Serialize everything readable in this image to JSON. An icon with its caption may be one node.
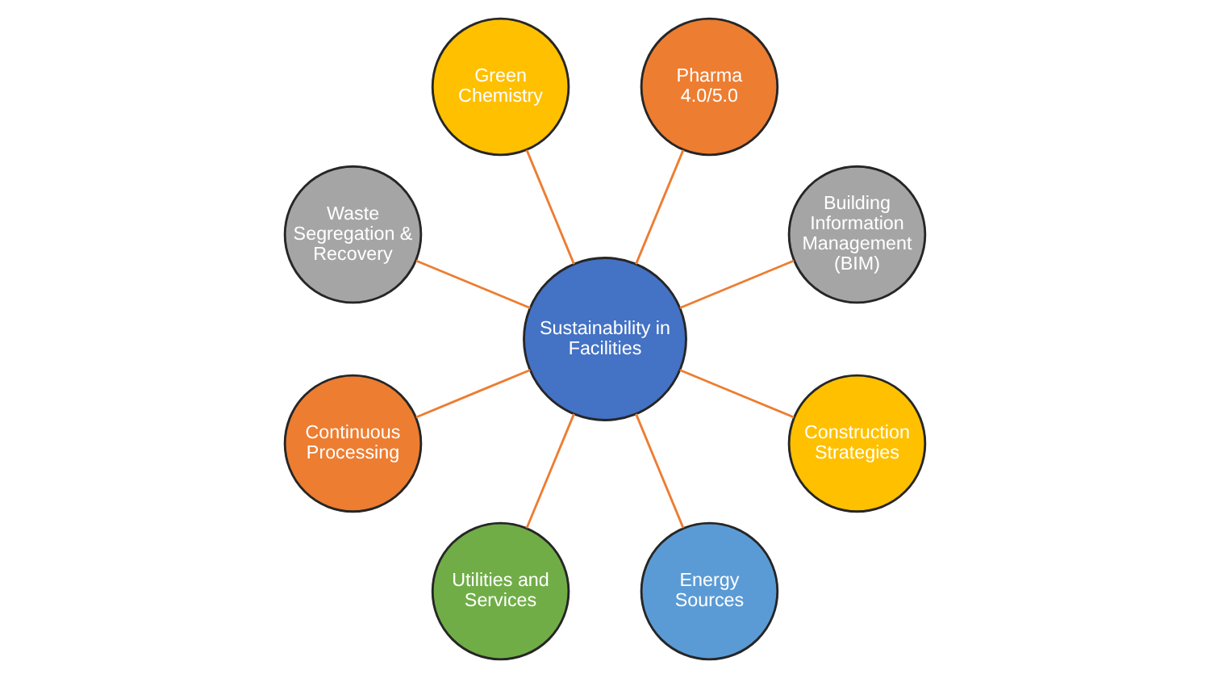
{
  "diagram": {
    "nodes": [
      {
        "text": [
          "Sustainability in Facilities"
        ]
      },
      {
        "text": [
          "Pharma 4.0/5.0"
        ]
      },
      {
        "text": [
          "Building Information Management (BIM)"
        ]
      },
      {
        "text": [
          "Construction Strategies"
        ]
      },
      {
        "text": [
          "Energy Sources"
        ]
      },
      {
        "text": [
          "Utilities and Services"
        ]
      },
      {
        "text": [
          "Continuous Processing"
        ]
      },
      {
        "text": [
          "Waste Segregation & Recovery"
        ]
      },
      {
        "text": [
          "Green Chemistry"
        ]
      }
    ],
    "edges": [
      {
        "from": 0,
        "to": 1,
        "arrow": "none"
      },
      {
        "from": 0,
        "to": 2,
        "arrow": "none"
      },
      {
        "from": 0,
        "to": 3,
        "arrow": "none"
      },
      {
        "from": 0,
        "to": 4,
        "arrow": "none"
      },
      {
        "from": 0,
        "to": 5,
        "arrow": "none"
      },
      {
        "from": 0,
        "to": 6,
        "arrow": "none"
      },
      {
        "from": 0,
        "to": 7,
        "arrow": "none"
      },
      {
        "from": 0,
        "to": 8,
        "arrow": "none"
      }
    ]
  }
}
